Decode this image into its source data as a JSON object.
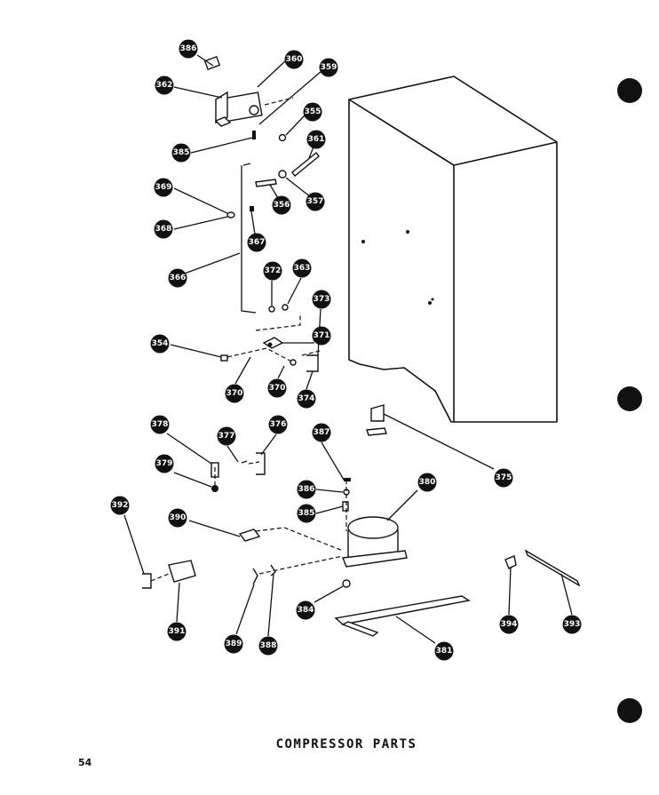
{
  "caption": "COMPRESSOR PARTS",
  "page_number": "54",
  "parts": {
    "p386a": "386",
    "p360": "360",
    "p359": "359",
    "p362": "362",
    "p355": "355",
    "p385a": "385",
    "p361": "361",
    "p369": "369",
    "p356": "356",
    "p357": "357",
    "p368": "368",
    "p367": "367",
    "p366": "366",
    "p372": "372",
    "p363": "363",
    "p373": "373",
    "p371": "371",
    "p354": "354",
    "p370a": "370",
    "p370b": "370",
    "p374": "374",
    "p375": "375",
    "p378": "378",
    "p377": "377",
    "p376": "376",
    "p387": "387",
    "p379": "379",
    "p386b": "386",
    "p380": "380",
    "p385b": "385",
    "p392": "392",
    "p390": "390",
    "p384": "384",
    "p394": "394",
    "p393": "393",
    "p391": "391",
    "p389": "389",
    "p388": "388",
    "p381": "381"
  }
}
